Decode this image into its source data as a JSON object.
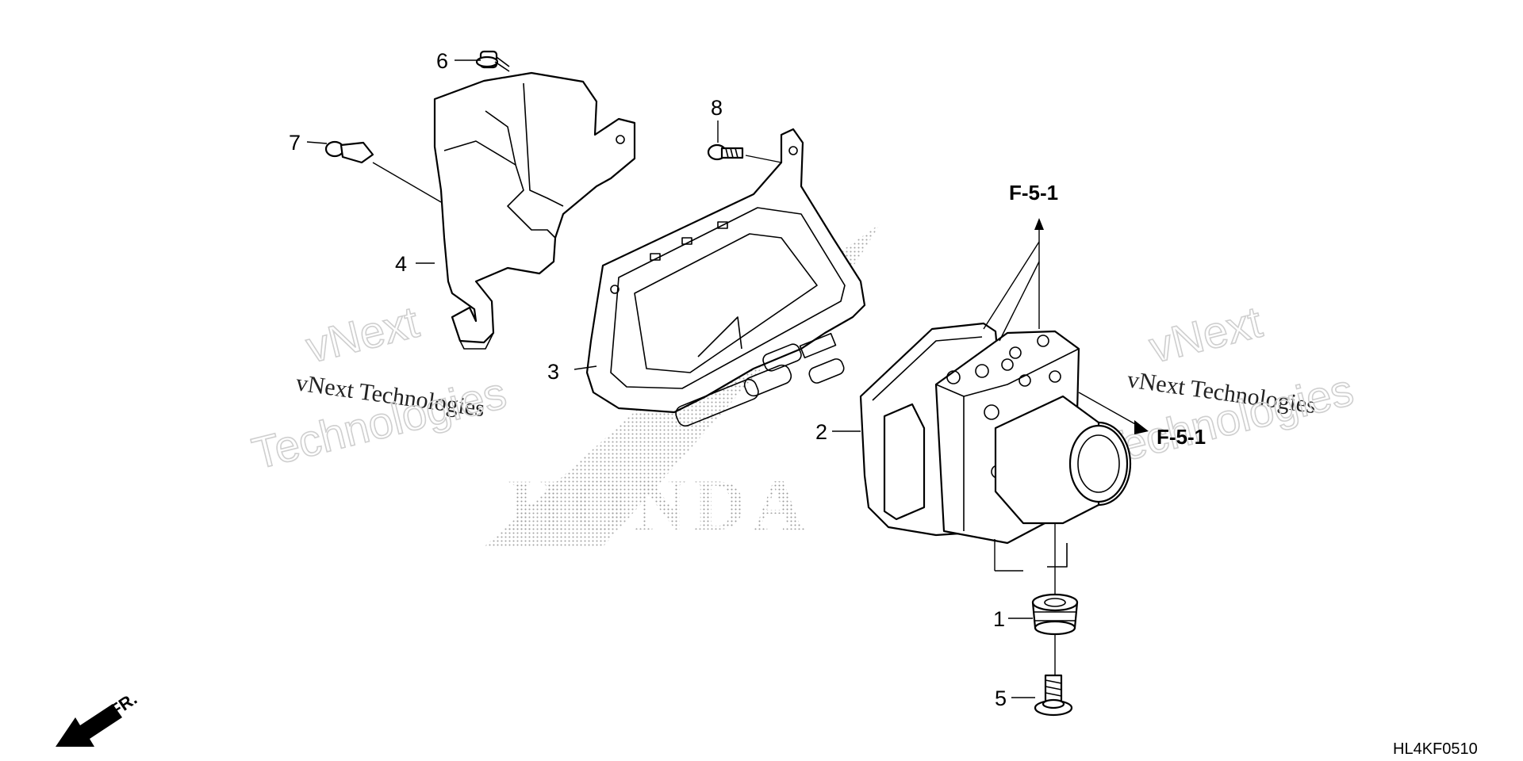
{
  "callouts": [
    "1",
    "2",
    "3",
    "4",
    "5",
    "6",
    "7",
    "8"
  ],
  "references": {
    "top": "F-5-1",
    "right": "F-5-1"
  },
  "direction_label": "FR.",
  "diagram_code": "HL4KF0510",
  "watermarks": {
    "brand": "HONDA",
    "left": {
      "line0": "vNext",
      "line1": "vNext Technologies",
      "line2": "Technologies"
    },
    "right": {
      "line0": "vNext",
      "line1": "vNext Technologies",
      "line2": "Technologies"
    }
  },
  "colors": {
    "line": "#000000",
    "watermark_outline": "#cfcfcf",
    "dots": "#9a9a9a"
  }
}
